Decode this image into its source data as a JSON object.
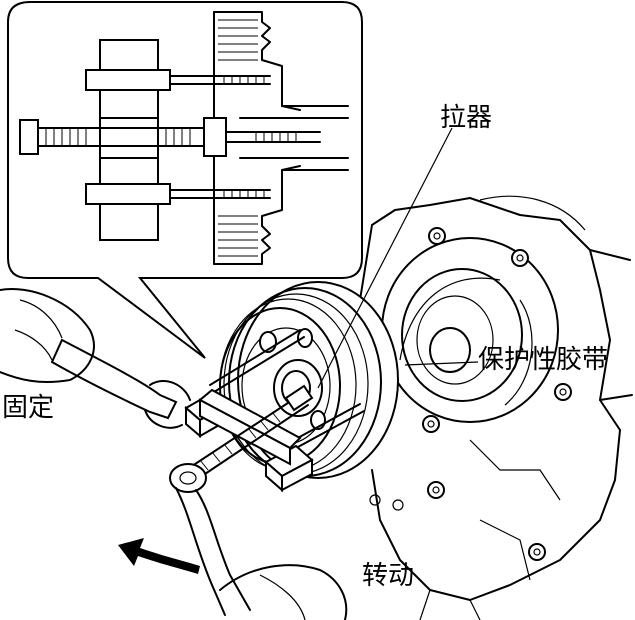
{
  "labels": {
    "puller": "拉器",
    "protective_tape": "保护性胶带",
    "hold": "固定",
    "rotate": "转动"
  }
}
